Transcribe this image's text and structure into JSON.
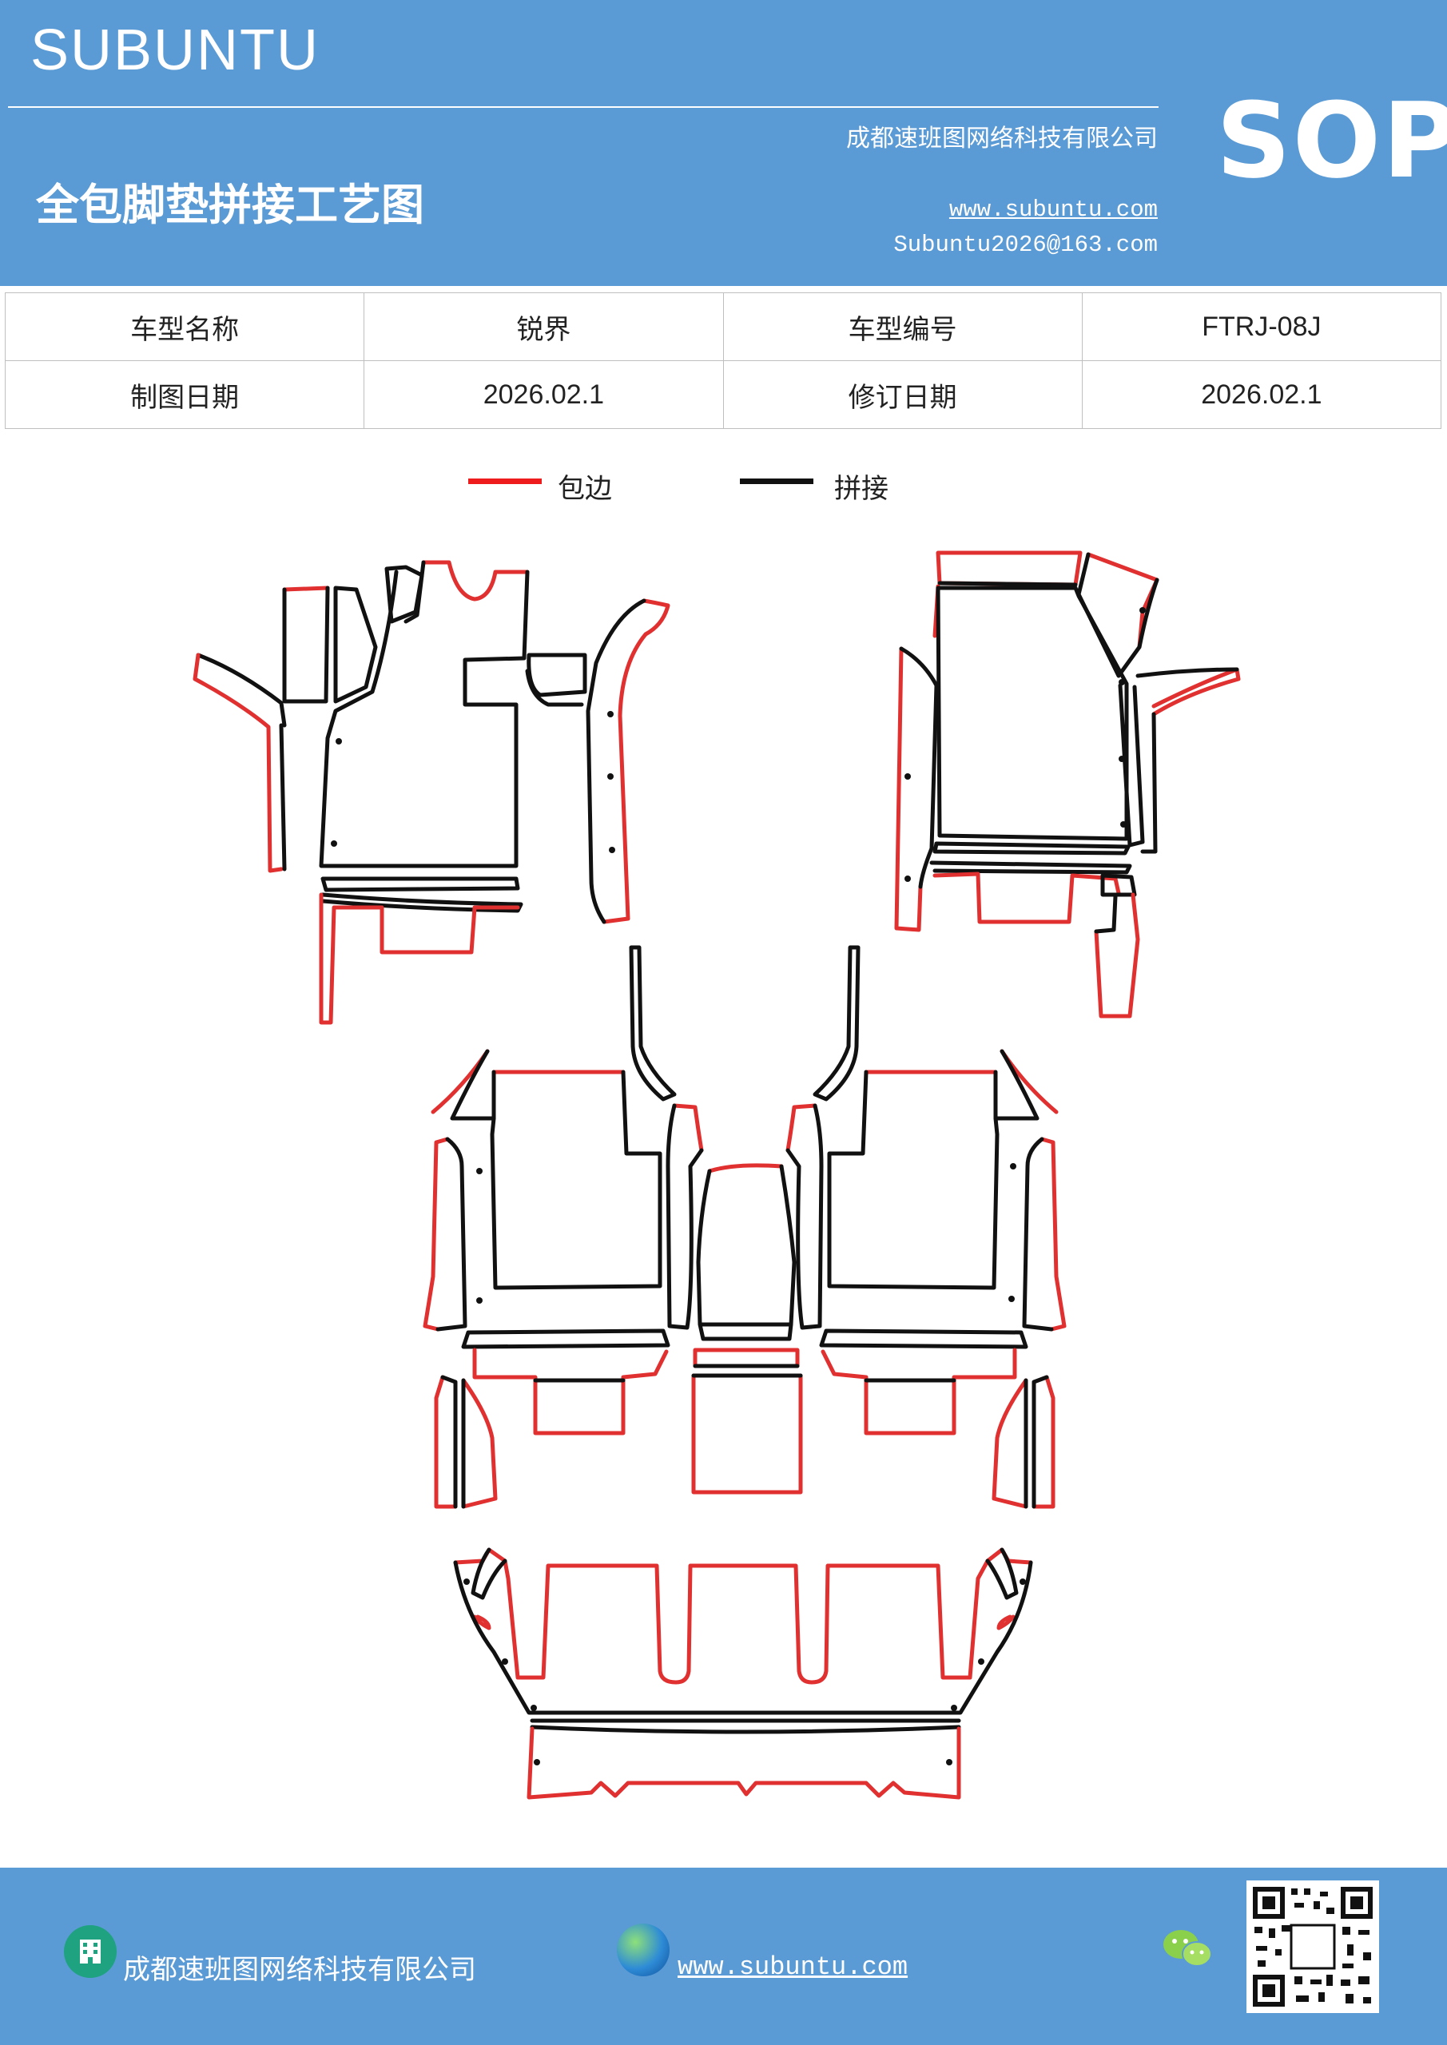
{
  "header": {
    "brand": "SUBUNTU",
    "company": "成都速班图网络科技有限公司",
    "title": "全包脚垫拼接工艺图",
    "website": "www.subuntu.com",
    "email": "Subuntu2026@163.com",
    "badge": "SOP"
  },
  "info_table": [
    [
      {
        "label": "车型名称"
      },
      {
        "value": "锐界"
      },
      {
        "label": "车型编号"
      },
      {
        "value": "FTRJ-08J"
      }
    ],
    [
      {
        "label": "制图日期"
      },
      {
        "value": "2026.02.1"
      },
      {
        "label": "修订日期"
      },
      {
        "value": "2026.02.1"
      }
    ]
  ],
  "legend": [
    {
      "label": "包边",
      "color": "#ee1c1c"
    },
    {
      "label": "拼接",
      "color": "#111111"
    }
  ],
  "colors": {
    "brand_blue": "#5b9bd5",
    "edge_red": "#e03030",
    "seam_black": "#111111"
  },
  "footer": {
    "company": "成都速班图网络科技有限公司",
    "website": "www.subuntu.com",
    "icons": [
      "building-icon",
      "globe-icon",
      "wechat-icon",
      "qr-code-icon"
    ]
  }
}
